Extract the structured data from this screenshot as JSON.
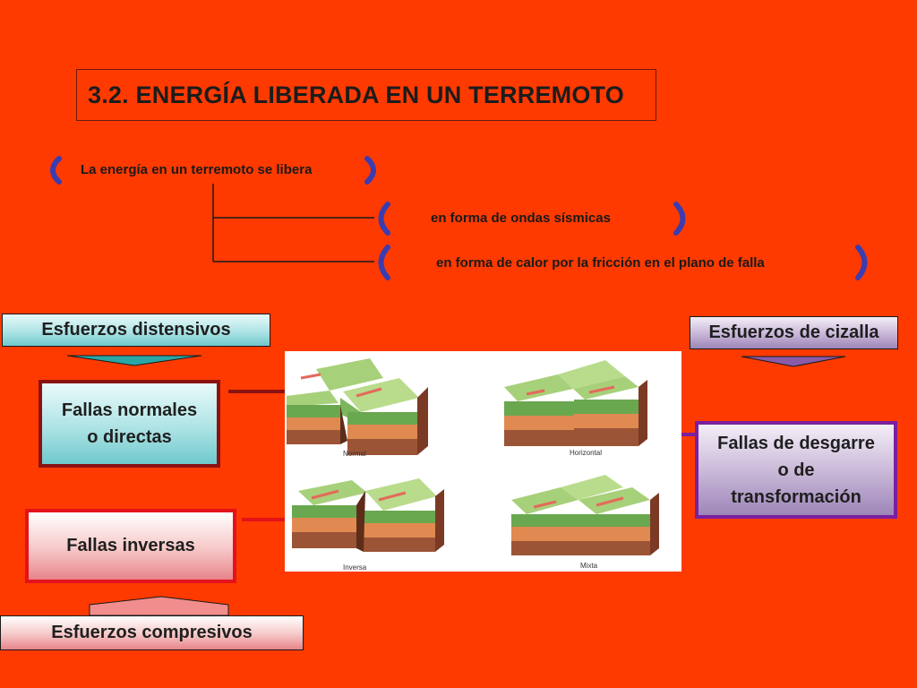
{
  "title": "3.2. ENERGÍA LIBERADA EN UN TERREMOTO",
  "energy": {
    "main": "La energía en un terremoto se libera",
    "branch1": "en forma de ondas sísmicas",
    "branch2": "en forma de calor por la fricción en el plano de falla"
  },
  "stresses": {
    "distensivos": "Esfuerzos distensivos",
    "cizalla": "Esfuerzos de cizalla",
    "compresivos": "Esfuerzos compresivos"
  },
  "faults": {
    "normales_line1": "Fallas normales",
    "normales_line2": "o directas",
    "inversas": "Fallas inversas",
    "desgarre_line1": "Fallas de desgarre",
    "desgarre_line2": "o de",
    "desgarre_line3": "transformación"
  },
  "figure_labels": {
    "normal": "Normal",
    "horizontal": "Horizontal",
    "inversa": "Inversa",
    "mixta": "Mixta"
  },
  "colors": {
    "background": "#ff3a00",
    "bracket": "#3b3cb0",
    "normal_link": "#8b1212",
    "inversa_link": "#e4121a",
    "desgarre_link": "#7a1fa0"
  }
}
